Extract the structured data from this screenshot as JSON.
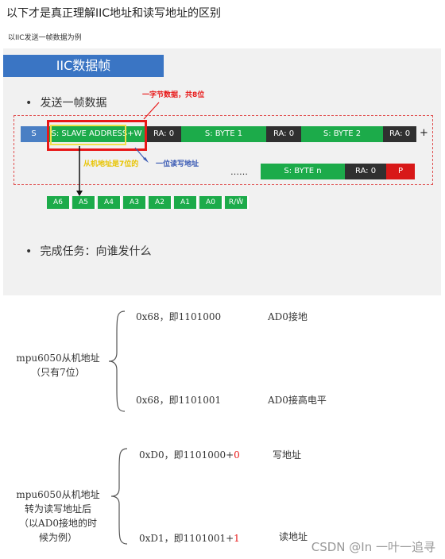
{
  "heading": "以下才是真正理解IIC地址和读写地址的区别",
  "subheading": "以IIC发送一帧数据为例",
  "slide": {
    "title": "IIC数据帧",
    "bullet1": "发送一帧数据",
    "bullet2": "完成任务：向谁发什么",
    "bullet_char": "•",
    "frame_row1": [
      "S",
      "S:  SLAVE ADDRESS+W",
      "RA:  0",
      "S:  BYTE 1",
      "RA:  0",
      "S:  BYTE 2",
      "RA:  0",
      "+"
    ],
    "frame_row2": [
      "……",
      "S:  BYTE n",
      "RA:  0",
      "P"
    ],
    "bits": [
      "A6",
      "A5",
      "A4",
      "A3",
      "A2",
      "A1",
      "A0",
      "R/W̄"
    ],
    "annotations": {
      "one_byte": "一字节数据，共8位",
      "slave_7bit": "从机地址是7位的",
      "rw_bit": "一位读写地址"
    }
  },
  "section1": {
    "label_line1": "mpu6050从机地址",
    "label_line2": "（只有7位）",
    "row1_value": "0x68，即1101000",
    "row1_note": "AD0接地",
    "row2_value": "0x68，即1101001",
    "row2_note": "AD0接高电平"
  },
  "section2": {
    "label_line1": "mpu6050从机地址",
    "label_line2": "转为读写地址后",
    "label_line3": "（以AD0接地的时",
    "label_line4": "候为例）",
    "row1_value": "0xD0，即1101000+",
    "row1_bit": "0",
    "row1_note": "写地址",
    "row2_value": "0xD1，即1101001+",
    "row2_bit": "1",
    "row2_note": "读地址"
  },
  "watermark": "CSDN @In 一叶一追寻",
  "colors": {
    "blue": "#4a7fc4",
    "green": "#1cab4a",
    "dark": "#303030",
    "red": "#d81818",
    "title_bar": "#3a75c4"
  }
}
